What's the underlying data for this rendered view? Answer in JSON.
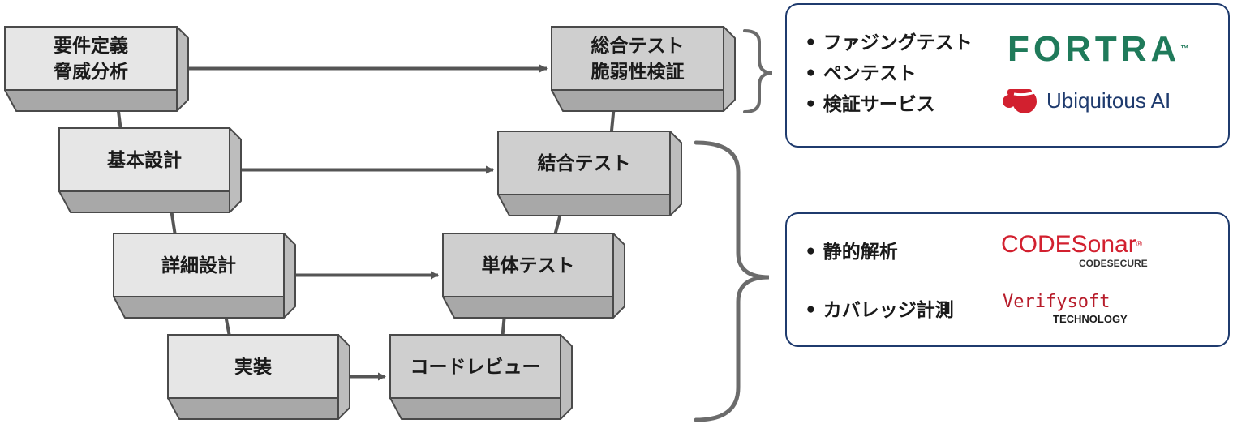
{
  "colors": {
    "box_face": "#e6e6e6",
    "box_face_dark": "#cfcfcf",
    "box_top": "#b9b9b9",
    "box_bottom": "#a8a8a8",
    "box_side": "#bdbdbd",
    "stroke": "#4a4a4a",
    "connector": "#555555",
    "panel_border": "#1f3b6e",
    "brace": "#6b6b6b"
  },
  "boxes": {
    "req": {
      "lines": [
        "要件定義",
        "脅威分析"
      ]
    },
    "basic": {
      "lines": [
        "基本設計"
      ]
    },
    "detail": {
      "lines": [
        "詳細設計"
      ]
    },
    "impl": {
      "lines": [
        "実装"
      ]
    },
    "review": {
      "lines": [
        "コードレビュー"
      ]
    },
    "unit": {
      "lines": [
        "単体テスト"
      ]
    },
    "integ": {
      "lines": [
        "結合テスト"
      ]
    },
    "system": {
      "lines": [
        "総合テスト",
        "脆弱性検証"
      ]
    }
  },
  "panel_top": {
    "bullets": [
      "ファジングテスト",
      "ペンテスト",
      "検証サービス"
    ],
    "logo_fortra": "FORTRA",
    "logo_fortra_tm": "™",
    "logo_ubiquitous": "Ubiquitous AI"
  },
  "panel_bottom": {
    "bullets": [
      "静的解析",
      "カバレッジ計測"
    ],
    "logo_codesonar": "CODESonar",
    "logo_codesonar_tm": "®",
    "logo_codesecure": "CODESECURE",
    "logo_verifysoft": "Verifysoft",
    "logo_technology": "TECHNOLOGY"
  }
}
